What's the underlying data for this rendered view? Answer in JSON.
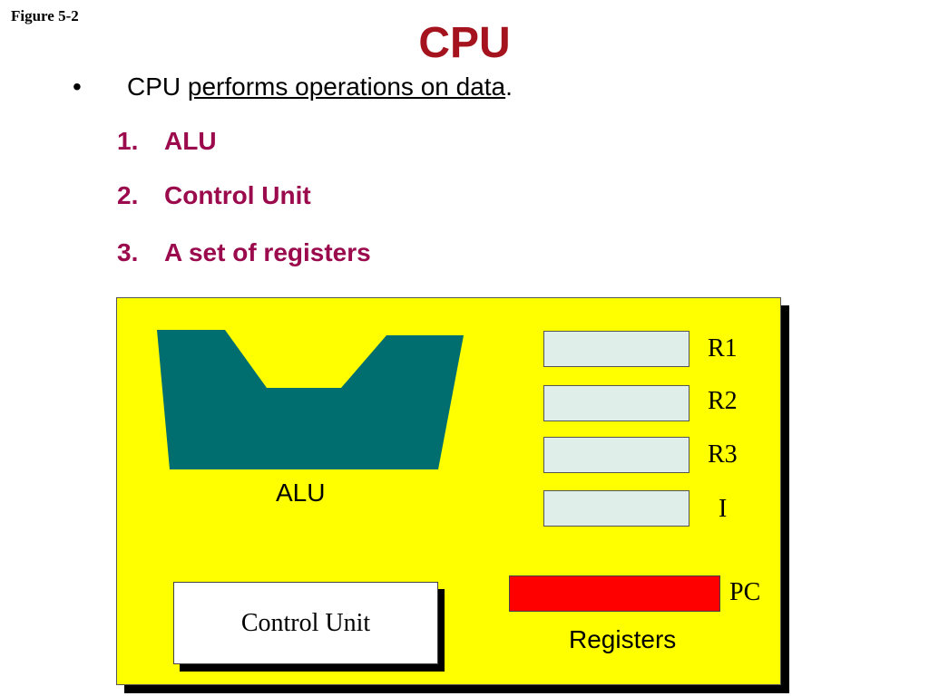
{
  "figure_label": "Figure 5-2",
  "title": "CPU",
  "bullet": {
    "symbol": "•",
    "prefix": "CPU ",
    "underlined": "performs operations on data",
    "suffix": "."
  },
  "list_items": [
    {
      "number": "1.",
      "text": "ALU"
    },
    {
      "number": "2.",
      "text": "Control Unit"
    },
    {
      "number": "3.",
      "text": "A set of registers"
    }
  ],
  "diagram": {
    "alu_label": "ALU",
    "control_unit_label": "Control Unit",
    "registers": [
      "R1",
      "R2",
      "R3",
      "I"
    ],
    "pc_label": "PC",
    "registers_caption": "Registers"
  },
  "colors": {
    "title": "#a5141e",
    "list_text": "#9b0a4c",
    "board": "#ffff00",
    "alu_fill": "#006e6e",
    "register_fill": "#e0eeea",
    "pc_fill": "#ff0000"
  }
}
